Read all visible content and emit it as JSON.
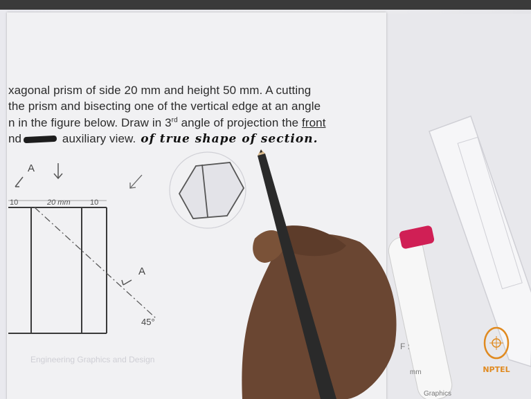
{
  "problem": {
    "line1": "xagonal prism of side 20 mm and height 50 mm. A cutting",
    "line2": " the prism and bisecting one of the vertical edge at an angle",
    "line3_pre": "n in the figure below. Draw in 3",
    "line3_sup": "rd",
    "line3_mid": " angle of projection the ",
    "line3_u": "front",
    "line4_pre": "nd",
    "line4_post": " auxiliary view.",
    "handwritten": " of true shape of section."
  },
  "figure": {
    "section_label_top": "A",
    "section_label_bottom": "A",
    "dim_left": "10",
    "dim_mid": "20 mm",
    "dim_right": "10",
    "angle": "45°"
  },
  "faint_footer": "Engineering Graphics and Design",
  "right_sheet_text": [
    "F :",
    "mm",
    "Graphics"
  ],
  "logo": {
    "text": "NPTEL",
    "color": "#e08a20"
  }
}
